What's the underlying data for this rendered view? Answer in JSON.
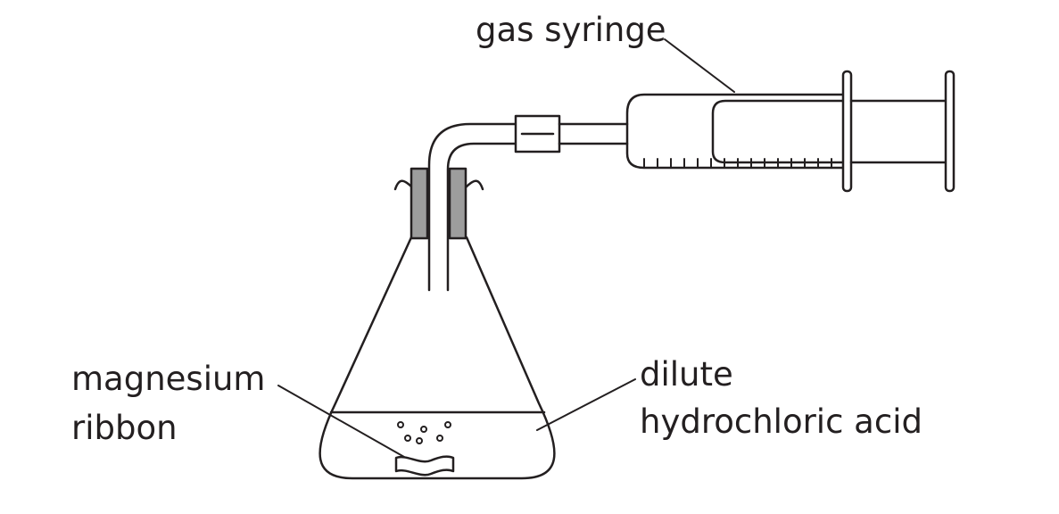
{
  "labels": {
    "gas_syringe": "gas syringe",
    "magnesium_ribbon_line1": "magnesium",
    "magnesium_ribbon_line2": "ribbon",
    "acid_line1": "dilute",
    "acid_line2": "hydrochloric acid"
  },
  "colors": {
    "ink": "#231f20",
    "stopper": "#9d9d9d",
    "background": "#ffffff"
  }
}
